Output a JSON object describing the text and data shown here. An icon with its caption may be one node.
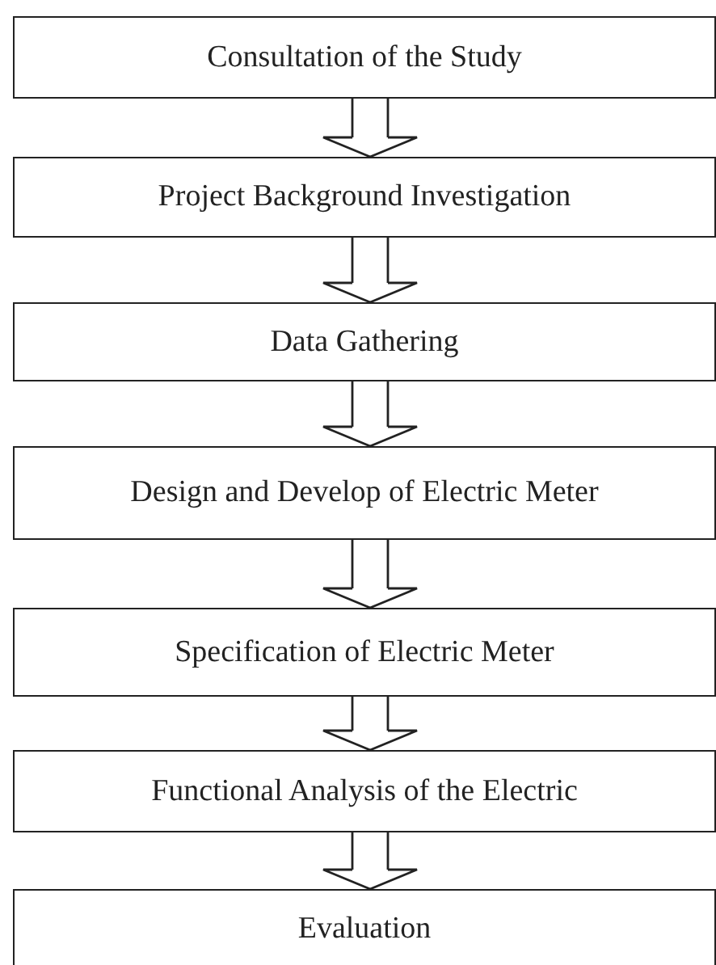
{
  "diagram": {
    "nodes": [
      {
        "text": [
          "Consultation of the Study"
        ]
      },
      {
        "text": [
          "Project Background Investigation"
        ]
      },
      {
        "text": [
          "Data Gathering"
        ]
      },
      {
        "text": [
          "Design and Develop of Electric Meter"
        ]
      },
      {
        "text": [
          "Specification of Electric Meter"
        ]
      },
      {
        "text": [
          "Functional Analysis of the Electric"
        ]
      },
      {
        "text": [
          "Evaluation"
        ]
      }
    ],
    "edges": [
      {
        "from": 0,
        "to": 1,
        "arrow": "to"
      },
      {
        "from": 1,
        "to": 2,
        "arrow": "to"
      },
      {
        "from": 2,
        "to": 3,
        "arrow": "to"
      },
      {
        "from": 3,
        "to": 4,
        "arrow": "to"
      },
      {
        "from": 4,
        "to": 5,
        "arrow": "to"
      },
      {
        "from": 5,
        "to": 6,
        "arrow": "to"
      }
    ]
  }
}
